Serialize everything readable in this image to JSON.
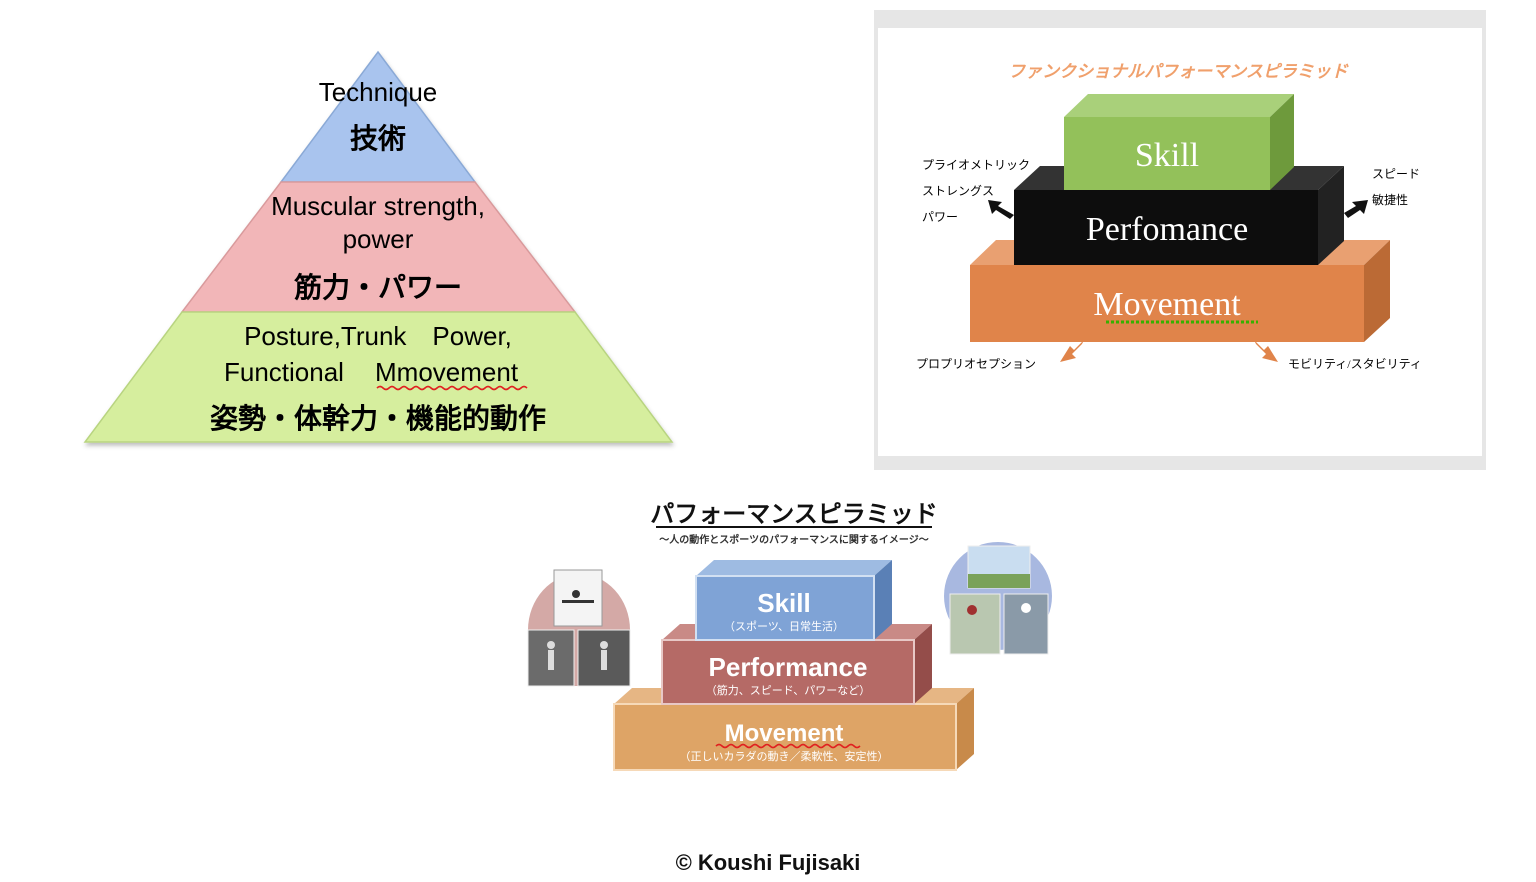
{
  "left_pyramid": {
    "top": {
      "en": "Technique",
      "ja": "技術"
    },
    "middle": {
      "en_line1": "Muscular strength,",
      "en_line2": "power",
      "ja": "筋力・パワー"
    },
    "bottom": {
      "en_line1": "Posture,Trunk　Power,",
      "en_line2a": "Functional",
      "en_line2b": "Mmovement",
      "ja": "姿勢・体幹力・機能的動作"
    },
    "colors": {
      "top": "#a9c4ee",
      "middle": "#f2b6b8",
      "bottom": "#d6ee9e"
    }
  },
  "functional_pyramid": {
    "title": "ファンクショナルパフォーマンスピラミッド",
    "skill": "Skill",
    "performance": "Perfomance",
    "movement": "Movement",
    "left_labels": [
      "プライオメトリック",
      "ストレングス",
      "パワー"
    ],
    "right_labels": [
      "スピード",
      "敏捷性"
    ],
    "bottom_left": "プロプリオセプション",
    "bottom_right": "モビリティ/スタビリティ",
    "colors": {
      "skill": "#93c15a",
      "performance": "#111111",
      "movement": "#e0844a",
      "title": "#f0a06c"
    }
  },
  "performance_pyramid": {
    "title": "パフォーマンスピラミッド",
    "subtitle": "〜人の動作とスポーツのパフォーマンスに関するイメージ〜",
    "skill": {
      "label": "Skill",
      "sub": "（スポーツ、日常生活）"
    },
    "performance": {
      "label": "Performance",
      "sub": "（筋力、スピード、パワーなど）"
    },
    "movement": {
      "label": "Movement",
      "sub": "（正しいカラダの動き／柔軟性、安定性）"
    },
    "colors": {
      "skill": "#7fa3d6",
      "performance": "#b56a66",
      "movement": "#dea466"
    }
  },
  "credit": {
    "mark": "©",
    "name": "Koushi Fujisaki"
  }
}
